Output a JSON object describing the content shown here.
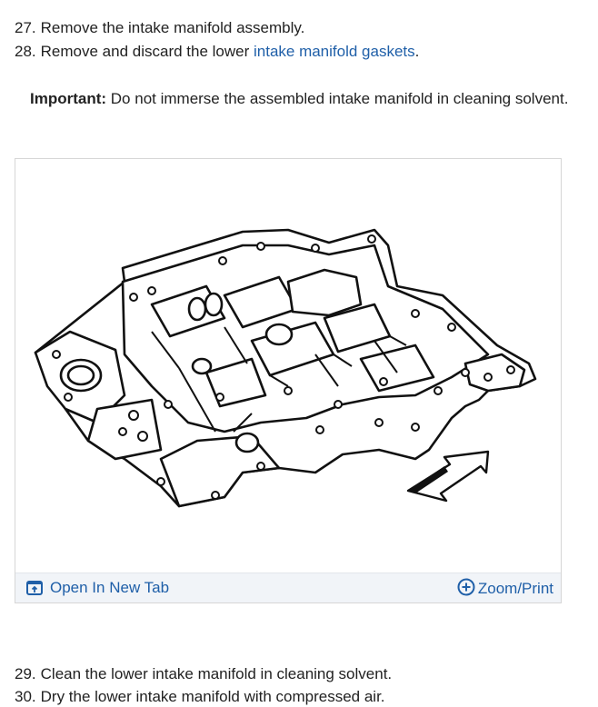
{
  "steps_top": [
    {
      "num": "27.",
      "text": "Remove the intake manifold assembly."
    },
    {
      "num": "28.",
      "text_before": "Remove and discard the lower ",
      "link": "intake manifold gaskets",
      "text_after": "."
    }
  ],
  "important": {
    "label": "Important:",
    "text": "Do not immerse the assembled intake manifold in cleaning solvent."
  },
  "figure": {
    "open_tab_label": "Open In New Tab",
    "zoom_label": "Zoom/Print",
    "open_tab_icon": "open-in-new-tab-icon",
    "zoom_icon": "plus-circle-icon",
    "accent_color": "#1f5fa8"
  },
  "steps_bottom": [
    {
      "num": "29.",
      "text": "Clean the lower intake manifold in cleaning solvent."
    },
    {
      "num": "30.",
      "text": "Dry the lower intake manifold with compressed air."
    }
  ]
}
